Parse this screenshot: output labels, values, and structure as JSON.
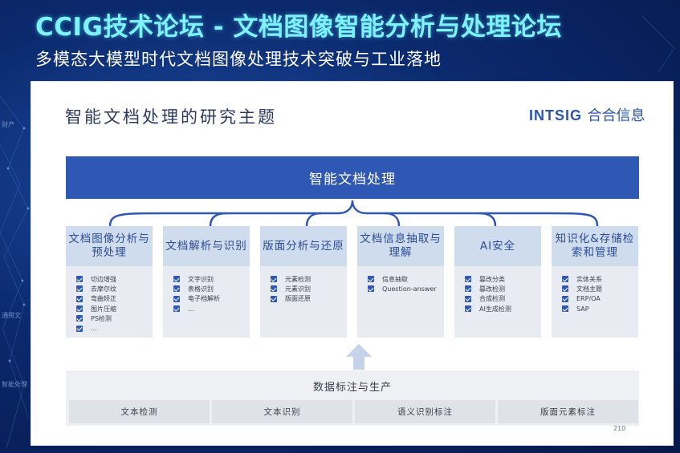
{
  "header": {
    "title": "CCIG技术论坛 - 文档图像智能分析与处理论坛",
    "subtitle": "多模态大模型时代文档图像处理技术突破与工业落地"
  },
  "side_labels": [
    "财产",
    "通用文",
    "智能处理"
  ],
  "slide": {
    "title": "智能文档处理的研究主题",
    "logo_brand": "INTSIG",
    "logo_cn": "合合信息",
    "main_topic": "智能文档处理",
    "columns": [
      {
        "title": "文档图像分析与预处理",
        "items": [
          "切边增强",
          "去摩尔纹",
          "弯曲矫正",
          "图片压缩",
          "PS检测",
          "..."
        ]
      },
      {
        "title": "文档解析与识别",
        "items": [
          "文字识别",
          "表格识别",
          "电子档解析",
          "..."
        ]
      },
      {
        "title": "版面分析与还原",
        "items": [
          "元素检测",
          "元素识别",
          "版面还原"
        ]
      },
      {
        "title": "文档信息抽取与理解",
        "items": [
          "信息抽取",
          "Question-answer"
        ]
      },
      {
        "title": "AI安全",
        "items": [
          "篡改分类",
          "篡改检测",
          "合成检测",
          "AI生成检测"
        ]
      },
      {
        "title": "知识化&存储检索和管理",
        "items": [
          "实体关系",
          "文档主题",
          "ERP/OA",
          "SAP"
        ]
      }
    ],
    "bottom": {
      "title": "数据标注与生产",
      "cells": [
        "文本检测",
        "文本识别",
        "语义识别标注",
        "版面元素标注"
      ]
    },
    "page_number": "210"
  },
  "colors": {
    "accent": "#2f58b5",
    "header_title": "#7ef2ff",
    "background": "#0b2a6e"
  }
}
